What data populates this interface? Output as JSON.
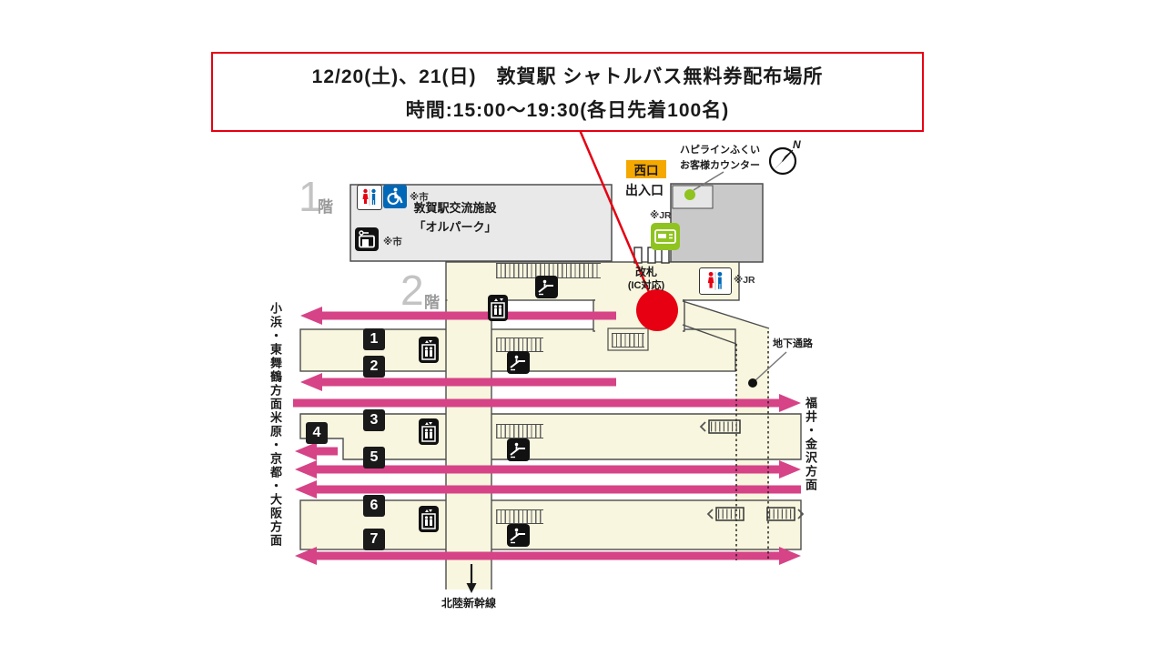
{
  "title": {
    "line1": "12/20(土)、21(日)　敦賀駅 シャトルバス無料券配布場所",
    "line2": "時間:15:00〜19:30(各日先着100名)"
  },
  "floors": {
    "floor1_number": "1",
    "floor2_number": "2",
    "floor_suffix": "階"
  },
  "west_exit": {
    "badge": "西口",
    "label": "出入口"
  },
  "counter": {
    "line1": "ハピラインふくい",
    "line2": "お客様カウンター"
  },
  "facility": {
    "line1": "敦賀駅交流施設",
    "line2": "「オルパーク」"
  },
  "ticket_gate": {
    "line1": "改札",
    "line2": "(IC対応)"
  },
  "notes": {
    "jr": "※JR",
    "city": "※市"
  },
  "directions": {
    "left_top": "小浜・東舞鶴方面",
    "left_bottom": "米原・京都・大阪方面",
    "right": "福井・金沢方面"
  },
  "underground_passage_label": "地下通路",
  "shinkansen_label": "北陸新幹線",
  "platforms": [
    "1",
    "2",
    "3",
    "4",
    "5",
    "6",
    "7"
  ],
  "compass": {
    "north": "N"
  },
  "colors": {
    "red": "#e60012",
    "pink": "#d64387",
    "green": "#8fc31f",
    "orange": "#f5a800",
    "cream": "#f8f6de",
    "building_gray": "#c9c9c9",
    "light_gray": "#e9e9e9",
    "dark": "#1a1a1a"
  }
}
